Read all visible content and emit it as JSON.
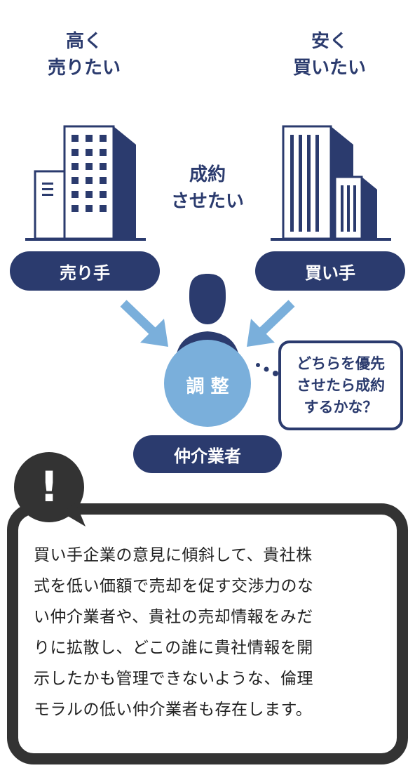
{
  "seller": {
    "goal_line1": "高く",
    "goal_line2": "売りたい",
    "label": "売り手"
  },
  "buyer": {
    "goal_line1": "安く",
    "goal_line2": "買いたい",
    "label": "買い手"
  },
  "center": {
    "goal_line1": "成約",
    "goal_line2": "させたい"
  },
  "broker": {
    "circle_text": "調 整",
    "label": "仲介業者"
  },
  "thought": {
    "line1": "どちらを優先",
    "line2": "させたら成約",
    "line3": "するかな？"
  },
  "warning": {
    "icon": "!",
    "lines": [
      "買い手企業の意見に傾斜して、貴社株",
      "式を低い価額で売却を促す交渉力のな",
      "い仲介業者や、貴社の売却情報をみだ",
      "りに拡散し、どこの誰に貴社情報を開",
      "示したかも管理できないような、倫理",
      "モラルの低い仲介業者も存在します。"
    ]
  },
  "colors": {
    "navy": "#2b3b6e",
    "light_blue": "#7aafdb",
    "dark_gray": "#333333"
  }
}
